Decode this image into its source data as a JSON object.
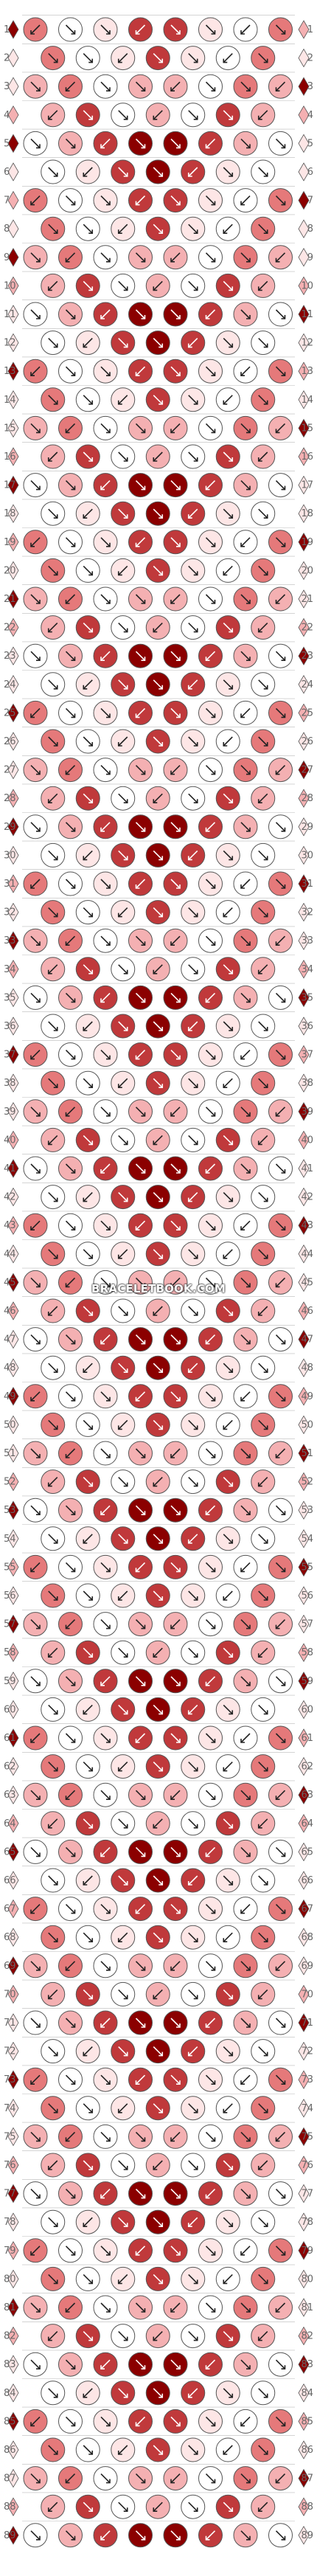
{
  "site": {
    "watermark": "BRACELETBOOK.COM"
  },
  "pattern": {
    "rows": 89,
    "knots_per_row_odd": 8,
    "knots_per_row_even": 7,
    "colors": {
      "dark_red": "#8b0000",
      "red": "#c0393b",
      "salmon": "#e5797a",
      "pink": "#f4b0b2",
      "light_pink": "#fde6e6",
      "white": "#ffffff",
      "outline": "#555555",
      "line": "#bbbbbb",
      "arrow": "#222222"
    },
    "row_labels": [
      "1",
      "2",
      "3",
      "4",
      "5",
      "6",
      "7",
      "8",
      "9",
      "10",
      "11",
      "12",
      "13",
      "14",
      "15",
      "16",
      "17",
      "18",
      "19",
      "20",
      "21",
      "22",
      "23",
      "24",
      "25",
      "26",
      "27",
      "28",
      "29",
      "30",
      "31",
      "32",
      "33",
      "34",
      "35",
      "36",
      "37",
      "38",
      "39",
      "40",
      "41",
      "42",
      "43",
      "44",
      "45",
      "46",
      "47",
      "48",
      "49",
      "50",
      "51",
      "52",
      "53",
      "54",
      "55",
      "56",
      "57",
      "58",
      "59",
      "60",
      "61",
      "62",
      "63",
      "64",
      "65",
      "66",
      "67",
      "68",
      "69",
      "70",
      "71",
      "72",
      "73",
      "74",
      "75",
      "76",
      "77",
      "78",
      "79",
      "80",
      "81",
      "82",
      "83",
      "84",
      "85",
      "86",
      "87",
      "88",
      "89"
    ]
  }
}
